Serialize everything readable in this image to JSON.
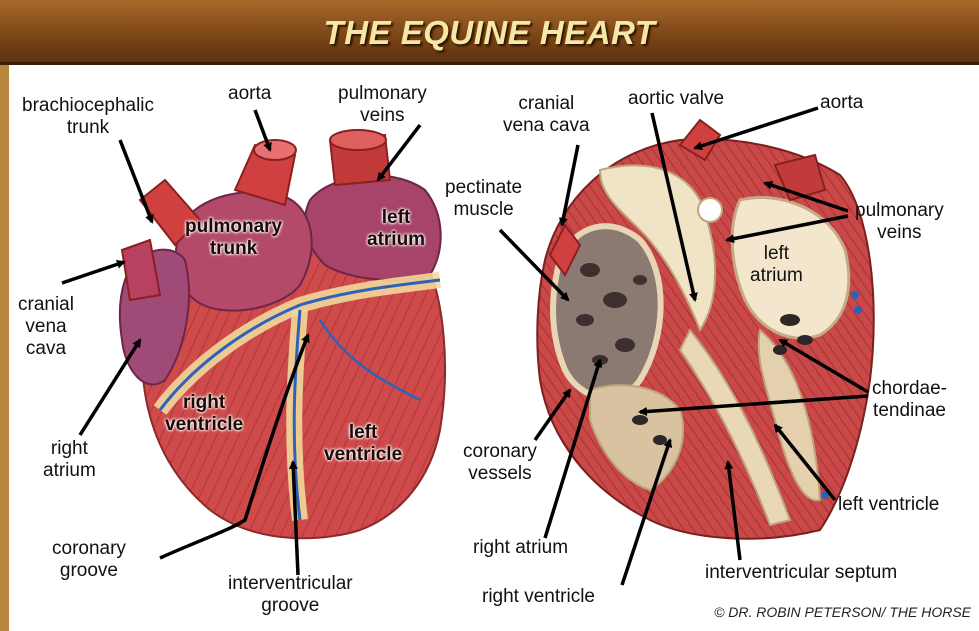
{
  "title": "THE EQUINE HEART",
  "external_view": {
    "labels": {
      "brachiocephalic_trunk": "brachiocephalic\ntrunk",
      "aorta": "aorta",
      "pulmonary_veins": "pulmonary\nveins",
      "pulmonary_trunk": "pulmonary\ntrunk",
      "left_atrium": "left\natrium",
      "cranial_vena_cava": "cranial\nvena\ncava",
      "right_atrium": "right\natrium",
      "right_ventricle": "right\nventricle",
      "left_ventricle": "left\nventricle",
      "coronary_groove": "coronary\ngroove",
      "interventricular_groove": "interventricular\ngroove"
    }
  },
  "section_view": {
    "labels": {
      "cranial_vena_cava": "cranial\nvena cava",
      "aortic_valve": "aortic valve",
      "aorta": "aorta",
      "pectinate_muscle": "pectinate\nmuscle",
      "pulmonary_veins": "pulmonary\nveins",
      "left_atrium": "left\natrium",
      "chordae_tendinae": "chordae-\ntendinae",
      "coronary_vessels": "coronary\nvessels",
      "left_ventricle": "left ventricle",
      "right_atrium": "right atrium",
      "interventricular_septum": "interventricular septum",
      "right_ventricle": "right ventricle"
    }
  },
  "credit": "© DR. ROBIN PETERSON/ THE HORSE"
}
